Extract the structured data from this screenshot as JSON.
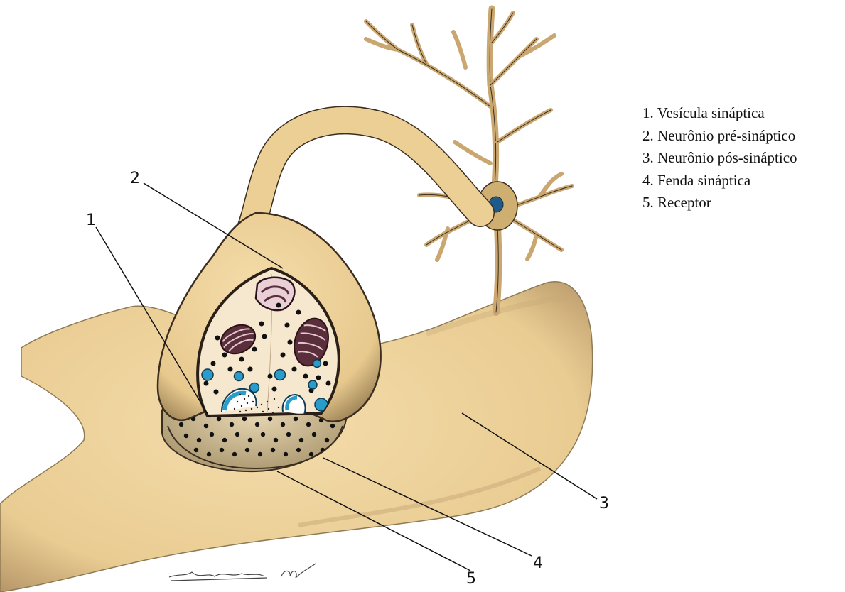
{
  "diagram": {
    "labels": [
      {
        "number": "1",
        "text": "1. Vesícula sináptica"
      },
      {
        "number": "2",
        "text": "2. Neurônio pré-sináptico"
      },
      {
        "number": "3",
        "text": "3. Neurônio pós-sináptico"
      },
      {
        "number": "4",
        "text": "4. Fenda sináptica"
      },
      {
        "number": "5",
        "text": "5. Receptor"
      }
    ]
  },
  "colors": {
    "tissue": "#f2d7a2",
    "tissue_shadow": "#b59a6a",
    "outline": "#3a2e22",
    "cytoplasm": "#f6e7cf",
    "vesicle_blue": "#2a9cc9",
    "mitochondria": "#5a2e3a",
    "nucleus": "#1e5a8a",
    "neuron_body": "#cfae72"
  }
}
